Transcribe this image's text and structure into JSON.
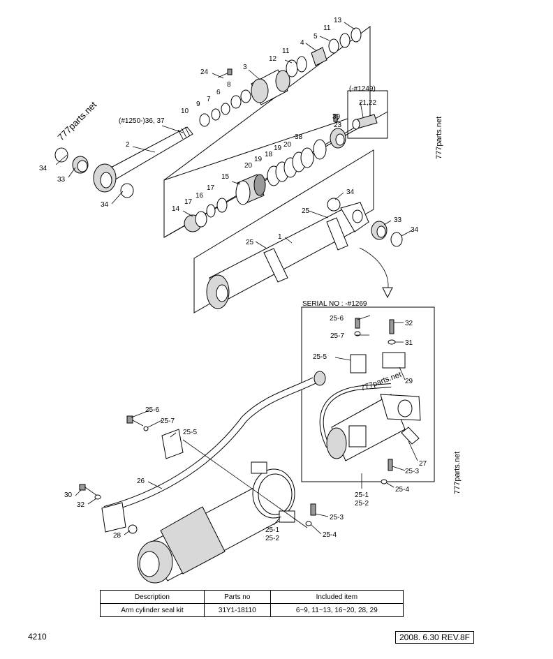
{
  "diagram": {
    "watermarks": [
      "777parts.net",
      "777parts.net",
      "777parts.net",
      "777parts.net"
    ],
    "serial_note": "SERIAL NO : -#1269",
    "serial_range_1249": "(-#1249)",
    "serial_range_1250": "(#1250-)36, 37",
    "labels": {
      "p1": "1",
      "p2": "2",
      "p3": "3",
      "p4": "4",
      "p5": "5",
      "p6": "6",
      "p7": "7",
      "p8": "8",
      "p9": "9",
      "p10": "10",
      "p11a": "11",
      "p11b": "11",
      "p12": "12",
      "p13": "13",
      "p14": "14",
      "p15": "15",
      "p16": "16",
      "p17a": "17",
      "p17b": "17",
      "p18": "18",
      "p19a": "19",
      "p19b": "19",
      "p20a": "20",
      "p20b": "20",
      "p2122": "21,22",
      "p23": "23",
      "p24": "24",
      "p25a": "25",
      "p25b": "25",
      "p26": "26",
      "p27": "27",
      "p28": "28",
      "p29": "29",
      "p30": "30",
      "p31": "31",
      "p32a": "32",
      "p32b": "32",
      "p33a": "33",
      "p33b": "33",
      "p34a": "34",
      "p34b": "34",
      "p34c": "34",
      "p34d": "34",
      "p38": "38",
      "p39": "39",
      "s256a": "25-6",
      "s257a": "25-7",
      "s255a": "25-5",
      "s251a": "25-1",
      "s252a": "25-2",
      "s253a": "25-3",
      "s254a": "25-4",
      "s256b": "25-6",
      "s257b": "25-7",
      "s255b": "25-5",
      "s251b": "25-1",
      "s252b": "25-2",
      "s253b": "25-3",
      "s254b": "25-4"
    }
  },
  "table": {
    "headers": [
      "Description",
      "Parts no",
      "Included item"
    ],
    "rows": [
      [
        "Arm cylinder seal kit",
        "31Y1-18110",
        "6~9, 11~13, 16~20, 28, 29"
      ]
    ]
  },
  "footer": {
    "page_number": "4210",
    "revision": "2008. 6.30  REV.8F"
  }
}
